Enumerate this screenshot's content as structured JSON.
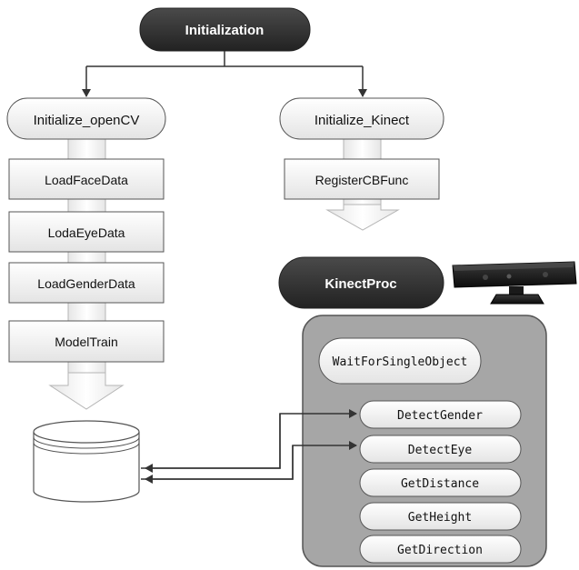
{
  "diagram": {
    "start": "Initialization",
    "left_branch": {
      "head": "Initialize_openCV",
      "steps": [
        "LoadFaceData",
        "LodaEyeData",
        "LoadGenderData",
        "ModelTrain"
      ]
    },
    "right_branch": {
      "head": "Initialize_Kinect",
      "steps": [
        "RegisterCBFunc"
      ]
    },
    "proc": {
      "title": "KinectProc",
      "device_image": "kinect-sensor",
      "wait": "WaitForSingleObject",
      "functions": [
        "DetectGender",
        "DetectEye",
        "GetDistance",
        "GetHeight",
        "GetDirection"
      ]
    },
    "database": "database-cylinder",
    "colors": {
      "dark_node": "#333333",
      "box_fill": "#f2f2f2",
      "panel_fill": "#a6a6a6",
      "stroke": "#555555"
    }
  }
}
